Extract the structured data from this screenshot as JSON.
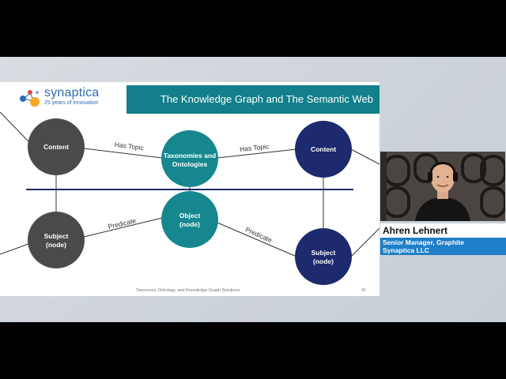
{
  "slide": {
    "title": "The Knowledge Graph and The Semantic Web",
    "logo_word": "synaptica",
    "logo_tagline": "25 years of innovation",
    "footer": "Taxonomy, Ontology, and Knowledge Graph Solutions",
    "page_number": "41",
    "colors": {
      "header": "#127f8a",
      "node_gray": "#4a4a4a",
      "node_teal": "#16878f",
      "node_navy": "#1d2a6e",
      "divider": "#1d2a6e"
    }
  },
  "diagram": {
    "nodes": {
      "content_left": "Content",
      "taxonomies_line1": "Taxonomies and",
      "taxonomies_line2": "Ontologies",
      "content_right": "Content",
      "subject_left_line1": "Subject",
      "subject_left_line2": "(node)",
      "object_line1": "Object",
      "object_line2": "(node)",
      "subject_right_line1": "Subject",
      "subject_right_line2": "(node)"
    },
    "edges": {
      "has_topic_left": "Has Topic",
      "has_topic_right": "Has Topic",
      "predicate_left": "Predicate",
      "predicate_right": "Predicate"
    }
  },
  "presenter": {
    "name": "Ahren Lehnert",
    "role_line1": "Senior Manager, Graphite",
    "role_line2": "Synaptica LLC"
  }
}
